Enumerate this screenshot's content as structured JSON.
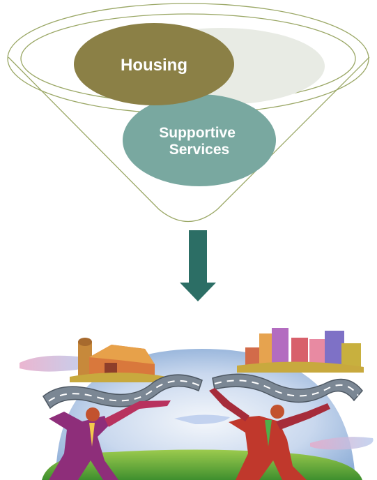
{
  "funnel": {
    "circles": [
      {
        "id": "housing",
        "label": "Housing",
        "color": "#8B8046"
      },
      {
        "id": "supportive-services",
        "label_lines": [
          "Supportive",
          "Services"
        ],
        "color": "#79A8A0"
      }
    ],
    "outline_color": "#9AA765",
    "shadow_color": "#E8EBE4"
  },
  "arrow": {
    "color": "#2C6E65",
    "direction": "down"
  },
  "illustration": {
    "description_icon": "bridge-road-people-illustration",
    "colors": {
      "sky": "#B8CCE8",
      "road": "#7B8794",
      "grass": "#6BAA3A",
      "barn": "#D9783C",
      "city": "#B36CC0",
      "person_left": "#8E2E7A",
      "person_right": "#C0382C"
    }
  }
}
